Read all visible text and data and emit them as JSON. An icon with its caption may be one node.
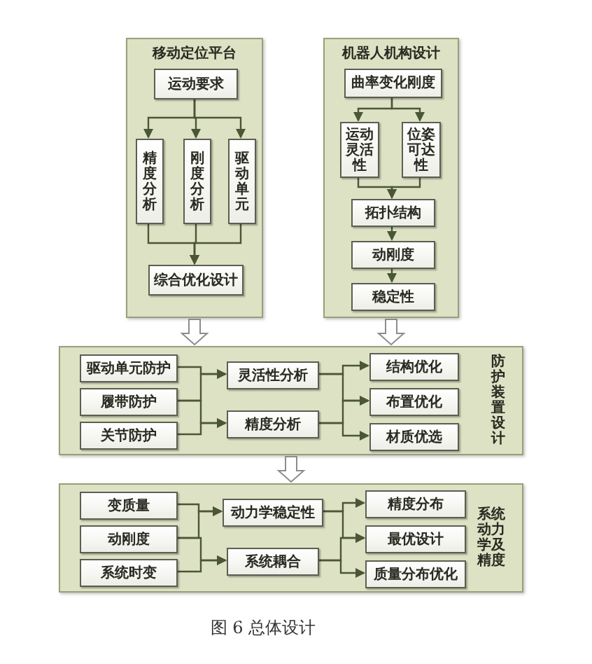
{
  "diagram": {
    "caption": "图 6 总体设计",
    "nodes": [
      {
        "text": [
          "移动定位平台"
        ]
      },
      {
        "text": [
          "运动要求"
        ],
        "in": 0
      },
      {
        "text": [
          "精度分析"
        ],
        "in": 0
      },
      {
        "text": [
          "刚度分析"
        ],
        "in": 0
      },
      {
        "text": [
          "驱动单元"
        ],
        "in": 0
      },
      {
        "text": [
          "综合优化设计"
        ],
        "in": 0
      },
      {
        "text": [
          "机器人机构设计"
        ]
      },
      {
        "text": [
          "曲率变化刚度"
        ],
        "in": 6
      },
      {
        "text": [
          "运动灵活性"
        ],
        "in": 6
      },
      {
        "text": [
          "位姿可达性"
        ],
        "in": 6
      },
      {
        "text": [
          "拓扑结构"
        ],
        "in": 6
      },
      {
        "text": [
          "动刚度"
        ],
        "in": 6
      },
      {
        "text": [
          "稳定性"
        ],
        "in": 6
      },
      {
        "text": [
          "防护装置设计"
        ]
      },
      {
        "text": [
          "驱动单元防护"
        ],
        "in": 13
      },
      {
        "text": [
          "履带防护"
        ],
        "in": 13
      },
      {
        "text": [
          "关节防护"
        ],
        "in": 13
      },
      {
        "text": [
          "灵活性分析"
        ],
        "in": 13
      },
      {
        "text": [
          "精度分析"
        ],
        "in": 13
      },
      {
        "text": [
          "结构优化"
        ],
        "in": 13
      },
      {
        "text": [
          "布置优化"
        ],
        "in": 13
      },
      {
        "text": [
          "材质优选"
        ],
        "in": 13
      },
      {
        "text": [
          "系统动力学及精度"
        ]
      },
      {
        "text": [
          "变质量"
        ],
        "in": 22
      },
      {
        "text": [
          "动刚度"
        ],
        "in": 22
      },
      {
        "text": [
          "系统时变"
        ],
        "in": 22
      },
      {
        "text": [
          "动力学稳定性"
        ],
        "in": 22
      },
      {
        "text": [
          "系统耦合"
        ],
        "in": 22
      },
      {
        "text": [
          "精度分布"
        ],
        "in": 22
      },
      {
        "text": [
          "最优设计"
        ],
        "in": 22
      },
      {
        "text": [
          "质量分布优化"
        ],
        "in": 22
      }
    ],
    "edges": [
      {
        "from": 1,
        "to": 2,
        "arrow": "to"
      },
      {
        "from": 1,
        "to": 3,
        "arrow": "to"
      },
      {
        "from": 1,
        "to": 4,
        "arrow": "to"
      },
      {
        "from": 2,
        "to": 5,
        "arrow": "to"
      },
      {
        "from": 3,
        "to": 5,
        "arrow": "to"
      },
      {
        "from": 4,
        "to": 5,
        "arrow": "to"
      },
      {
        "from": 7,
        "to": 8,
        "arrow": "to"
      },
      {
        "from": 7,
        "to": 9,
        "arrow": "to"
      },
      {
        "from": 8,
        "to": 10,
        "arrow": "to"
      },
      {
        "from": 9,
        "to": 10,
        "arrow": "to"
      },
      {
        "from": 10,
        "to": 11,
        "arrow": "to"
      },
      {
        "from": 11,
        "to": 12,
        "arrow": "to"
      },
      {
        "from": 0,
        "to": 13,
        "arrow": "to",
        "style": "thick"
      },
      {
        "from": 6,
        "to": 13,
        "arrow": "to",
        "style": "thick"
      },
      {
        "from": 13,
        "to": 22,
        "arrow": "to",
        "style": "thick"
      },
      {
        "from": 14,
        "to": 17,
        "arrow": "to"
      },
      {
        "from": 15,
        "to": 17,
        "arrow": "to"
      },
      {
        "from": 15,
        "to": 18,
        "arrow": "to"
      },
      {
        "from": 16,
        "to": 18,
        "arrow": "to"
      },
      {
        "from": 17,
        "to": 19,
        "arrow": "to"
      },
      {
        "from": 17,
        "to": 20,
        "arrow": "to"
      },
      {
        "from": 18,
        "to": 20,
        "arrow": "to"
      },
      {
        "from": 18,
        "to": 21,
        "arrow": "to"
      },
      {
        "from": 23,
        "to": 26,
        "arrow": "to"
      },
      {
        "from": 24,
        "to": 26,
        "arrow": "to"
      },
      {
        "from": 24,
        "to": 27,
        "arrow": "to"
      },
      {
        "from": 25,
        "to": 27,
        "arrow": "to"
      },
      {
        "from": 26,
        "to": 28,
        "arrow": "to"
      },
      {
        "from": 26,
        "to": 29,
        "arrow": "to"
      },
      {
        "from": 27,
        "to": 29,
        "arrow": "to"
      },
      {
        "from": 27,
        "to": 30,
        "arrow": "to"
      }
    ]
  }
}
